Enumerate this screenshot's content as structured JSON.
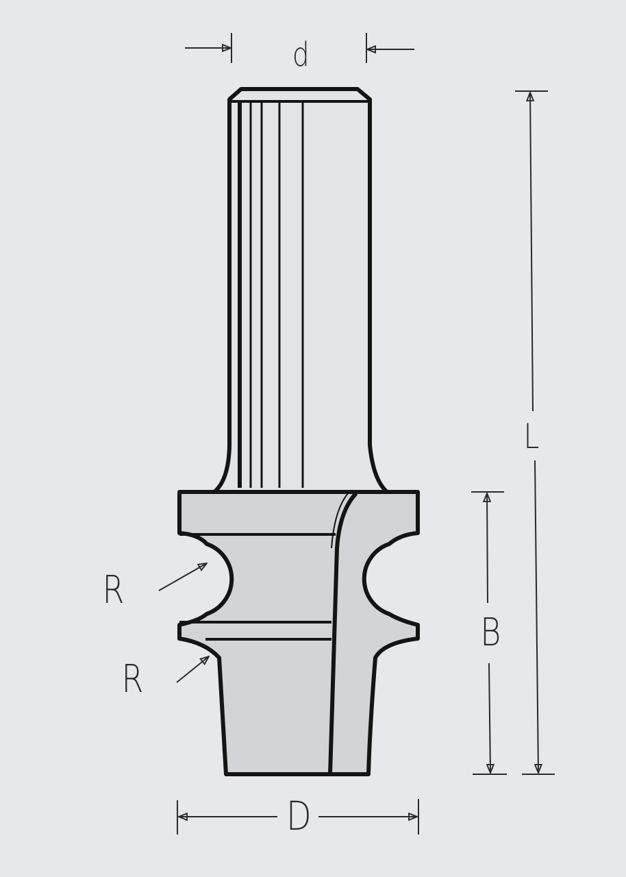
{
  "labels": {
    "shank_diameter": "d",
    "overall_length": "L",
    "cutting_length": "B",
    "cutting_diameter": "D",
    "radius_upper": "R",
    "radius_lower": "R"
  },
  "colors": {
    "background": "#e6e8eb",
    "outline": "#141414",
    "fill": "#d2d4d7",
    "dimension": "#2a2a2a"
  }
}
